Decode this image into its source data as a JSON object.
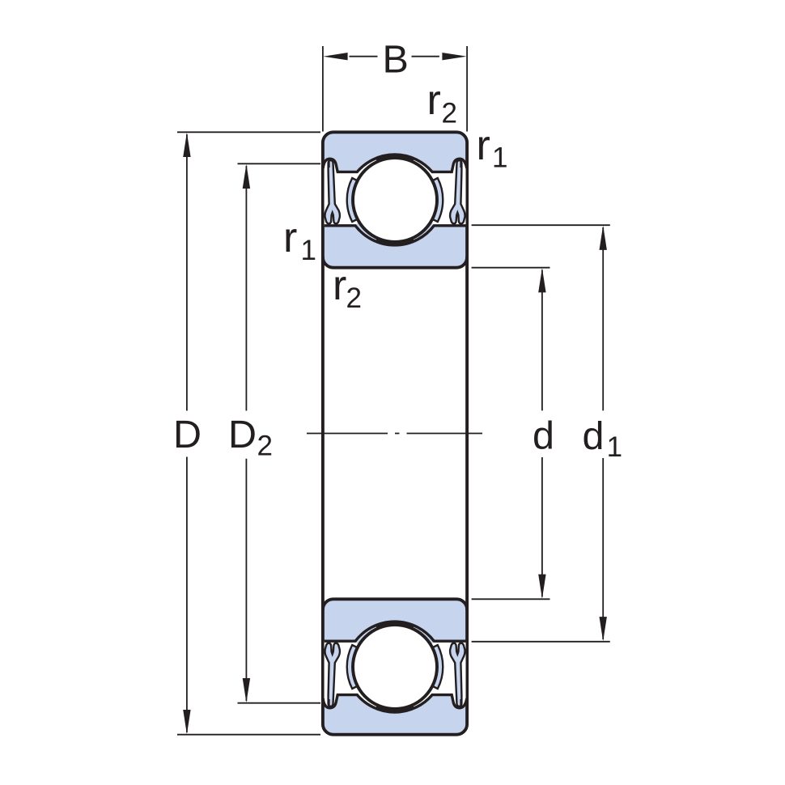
{
  "title": "Deep groove ball bearing, single row, with seals - cross-section drawing with dimension symbols",
  "diagram_type": "technical-dimension-drawing",
  "colors": {
    "ink": "#231f20",
    "part-fill": "#c6d4ee",
    "bg": "#ffffff"
  },
  "labels": {
    "width": "B",
    "outside_diameter": "D",
    "recess_diameter_main": "D",
    "recess_diameter_sub": "2",
    "bore_diameter": "d",
    "shoulder_diameter_main": "d",
    "shoulder_diameter_sub": "1",
    "chamfer_r1_main": "r",
    "chamfer_r1_sub": "1",
    "chamfer_r2_main": "r",
    "chamfer_r2_sub": "2"
  }
}
